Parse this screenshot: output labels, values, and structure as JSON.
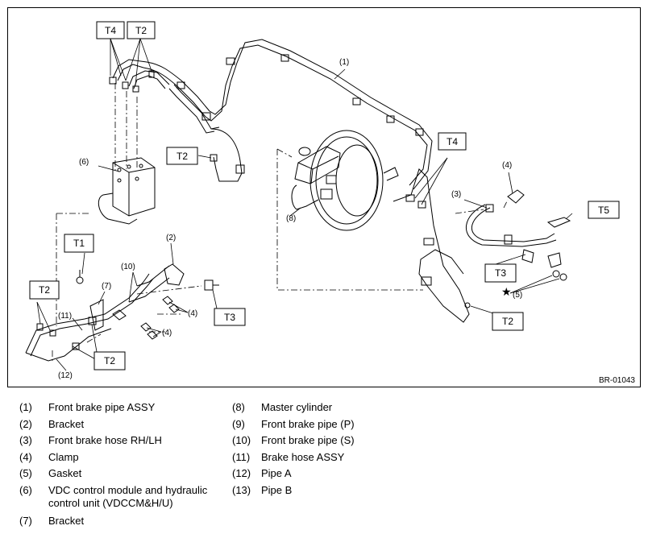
{
  "figure_code": "BR-01043",
  "torque_labels": [
    "T4",
    "T2",
    "T2",
    "T1",
    "T2",
    "T3",
    "T2",
    "T4",
    "T3",
    "T5",
    "T2"
  ],
  "callouts": [
    "(1)",
    "(2)",
    "(3)",
    "(4)",
    "(4)",
    "(4)",
    "(5)",
    "(6)",
    "(7)",
    "(8)",
    "(10)",
    "(11)",
    "(12)"
  ],
  "star_symbol": "★",
  "legend": [
    {
      "num": "(1)",
      "text": "Front brake pipe ASSY"
    },
    {
      "num": "(2)",
      "text": "Bracket"
    },
    {
      "num": "(3)",
      "text": "Front brake hose RH/LH"
    },
    {
      "num": "(4)",
      "text": "Clamp"
    },
    {
      "num": "(5)",
      "text": "Gasket"
    },
    {
      "num": "(6)",
      "text": "VDC control module and hydraulic control unit (VDCCM&H/U)"
    },
    {
      "num": "(7)",
      "text": "Bracket"
    },
    {
      "num": "(8)",
      "text": "Master cylinder"
    },
    {
      "num": "(9)",
      "text": "Front brake pipe (P)"
    },
    {
      "num": "(10)",
      "text": "Front brake pipe (S)"
    },
    {
      "num": "(11)",
      "text": "Brake hose ASSY"
    },
    {
      "num": "(12)",
      "text": "Pipe A"
    },
    {
      "num": "(13)",
      "text": "Pipe B"
    }
  ]
}
